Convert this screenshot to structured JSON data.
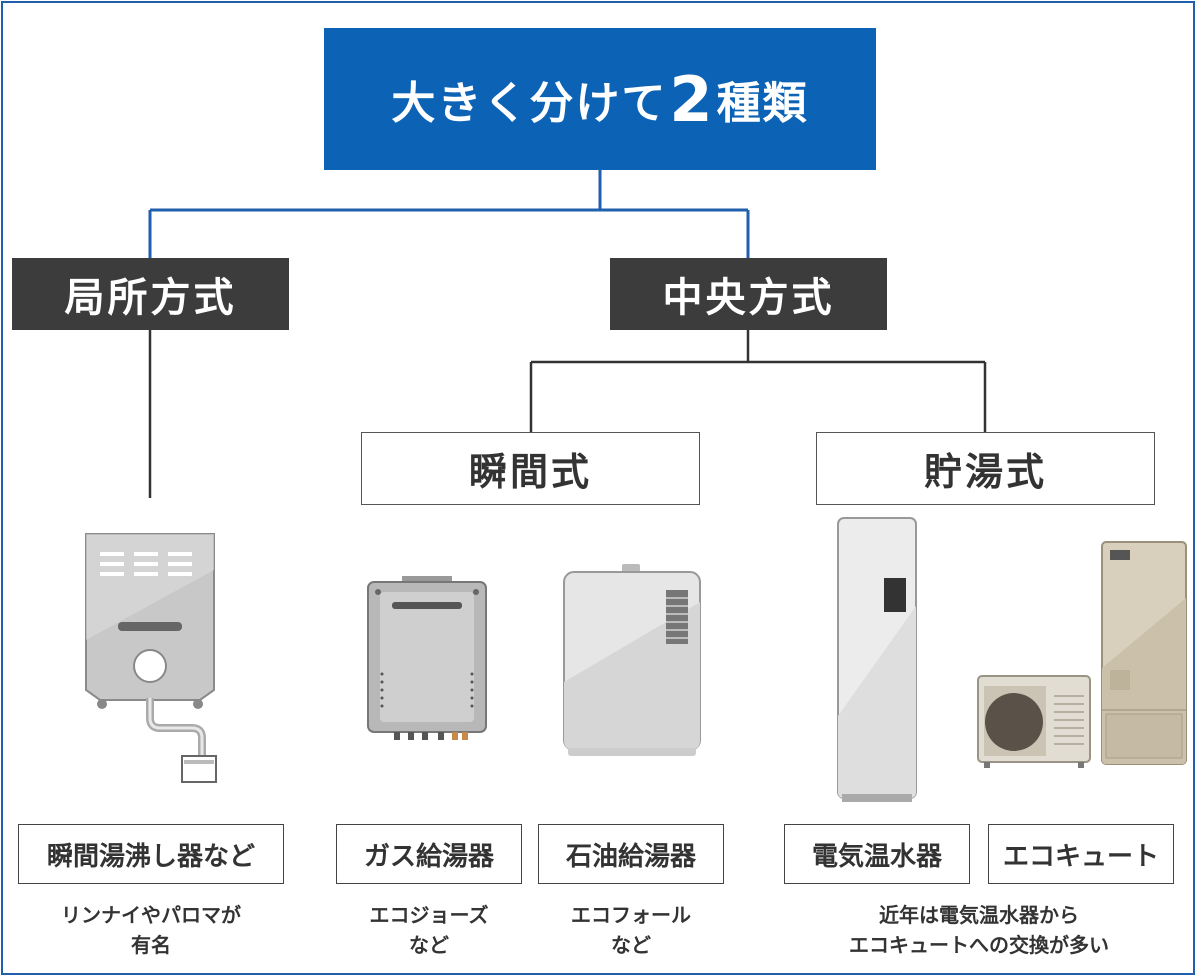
{
  "top": {
    "pre": "大きく分けて",
    "num": "2",
    "post": "種類"
  },
  "categories": {
    "local": "局所方式",
    "central": "中央方式"
  },
  "types": {
    "instant": "瞬間式",
    "storage": "貯湯式"
  },
  "products": {
    "instant_boiler": "瞬間湯沸し器など",
    "gas": "ガス給湯器",
    "oil": "石油給湯器",
    "electric": "電気温水器",
    "ecocute": "エコキュート"
  },
  "notes": {
    "local_line1": "リンナイやパロマが",
    "local_line2": "有名",
    "gas_line1": "エコジョーズ",
    "gas_line2": "など",
    "oil_line1": "エコフォール",
    "oil_line2": "など",
    "storage_line1": "近年は電気温水器から",
    "storage_line2": "エコキュートへの交換が多い"
  },
  "colors": {
    "blue": "#0c63b5",
    "dark": "#3c3c3c",
    "line_blue": "#1f5fae",
    "line_dark": "#333333"
  },
  "icons": [
    "instant-water-heater-icon",
    "gas-water-heater-icon",
    "oil-water-heater-icon",
    "electric-water-heater-icon",
    "ecocute-outdoor-unit-icon",
    "ecocute-tank-icon"
  ]
}
